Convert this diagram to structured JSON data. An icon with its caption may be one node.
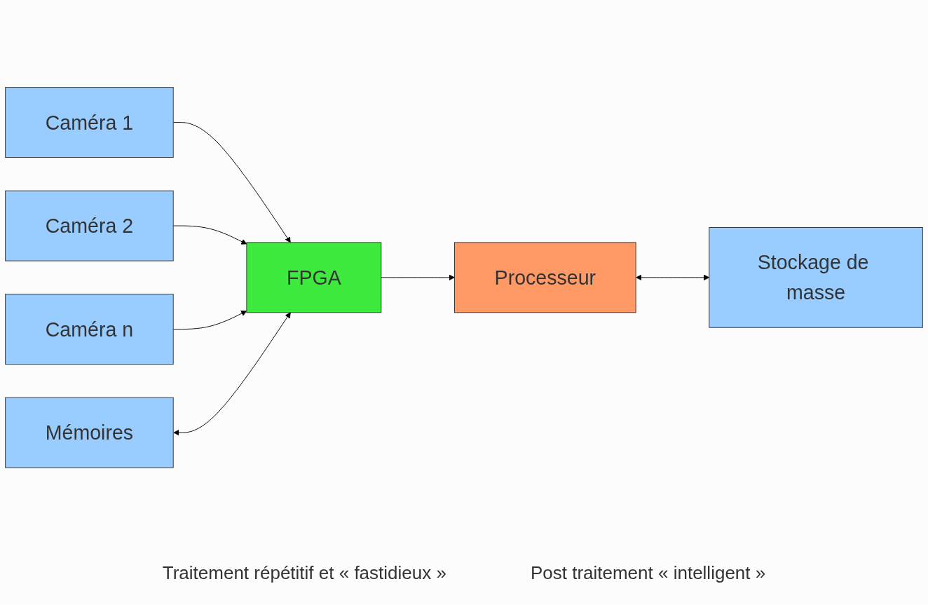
{
  "diagram": {
    "nodes": [
      {
        "text": [
          "Caméra 1"
        ]
      },
      {
        "text": [
          "Caméra 2"
        ]
      },
      {
        "text": [
          "Caméra n"
        ]
      },
      {
        "text": [
          "Mémoires"
        ]
      },
      {
        "text": [
          "FPGA"
        ]
      },
      {
        "text": [
          "Stockage de masse"
        ]
      },
      {
        "text": [
          "Processeur"
        ]
      }
    ],
    "edges": [
      {
        "from": 0,
        "to": 4,
        "arrow": "to"
      },
      {
        "from": 1,
        "to": 4,
        "arrow": "to"
      },
      {
        "from": 2,
        "to": 4,
        "arrow": "to"
      },
      {
        "from": 3,
        "to": 4,
        "arrow": "both"
      },
      {
        "from": 5,
        "to": 6,
        "arrow": "both"
      },
      {
        "from": 4,
        "to": 6,
        "arrow": "to"
      }
    ],
    "labels": [
      "Traitement répétitif et « fastidieux »",
      "Post traitement « intelligent »"
    ]
  }
}
